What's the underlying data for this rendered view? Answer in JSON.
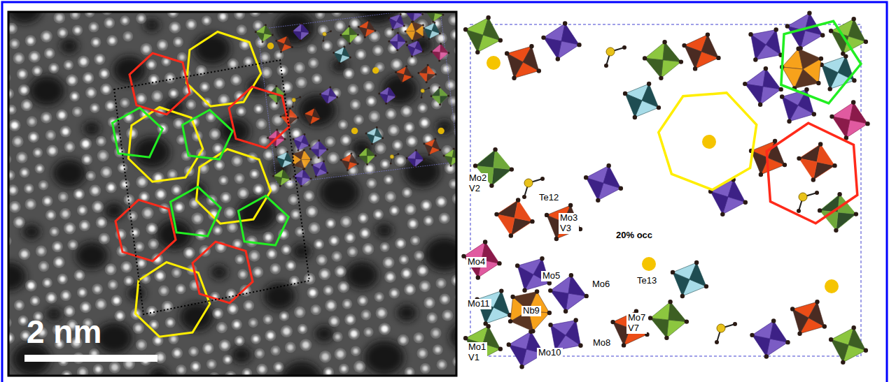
{
  "diagram": {
    "labels": [
      "2 nm",
      "Mo2 V2",
      "Te12",
      "Mo3 V3",
      "20% occ",
      "Te13",
      "Mo4",
      "Mo5",
      "Mo6",
      "Mo11",
      "Nb9",
      "Mo7 V7",
      "Mo1 V1",
      "Mo10",
      "Mo8"
    ]
  }
}
